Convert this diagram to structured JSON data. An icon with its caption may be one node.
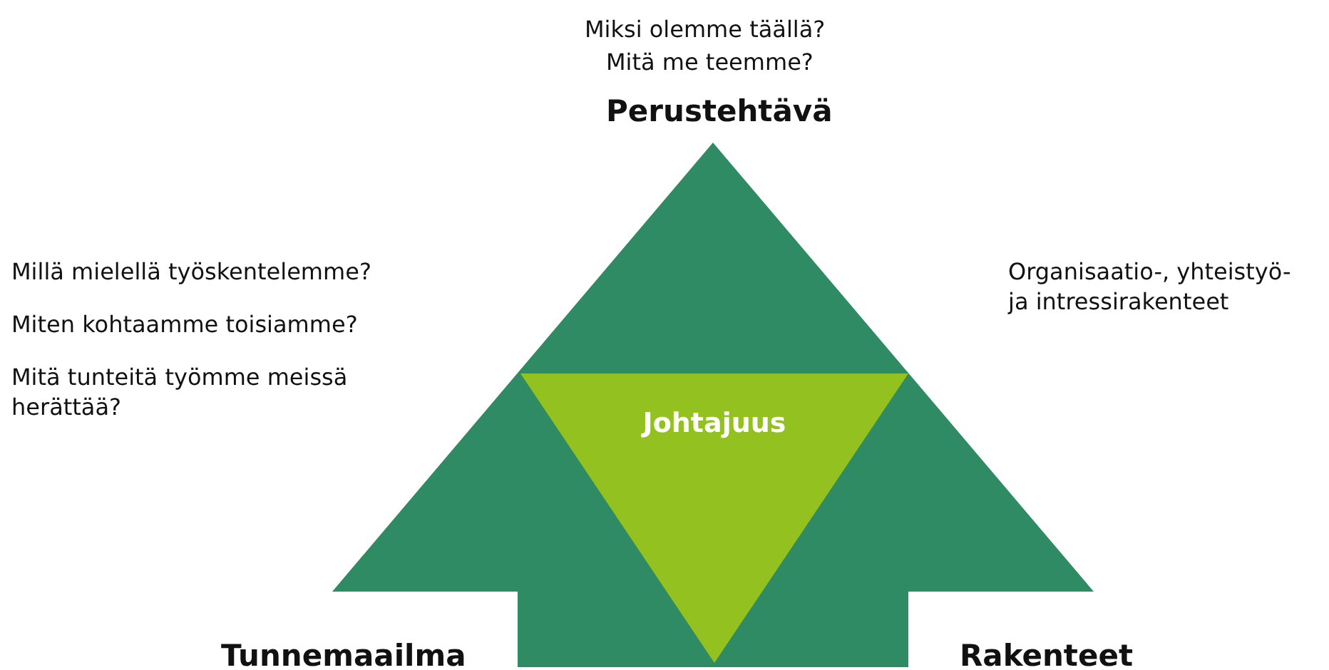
{
  "diagram": {
    "nodes": [
      {
        "text": [],
        "shape": "triangle"
      },
      {
        "text": [
          "Johtajuus"
        ],
        "in": 0
      }
    ],
    "edges": [],
    "labels": [
      "Miksi olemme täällä?",
      "Mitä me teemme?",
      "Perustehtävä",
      "Millä mielellä työskentelemme?",
      "Organisaatio-, yhteistyö- ja intressirakenteet",
      "Miten kohtaamme toisiamme?",
      "Mitä tunteitä työmme meissä herättää?",
      "Tunnemaailma",
      "Rakenteet"
    ]
  }
}
